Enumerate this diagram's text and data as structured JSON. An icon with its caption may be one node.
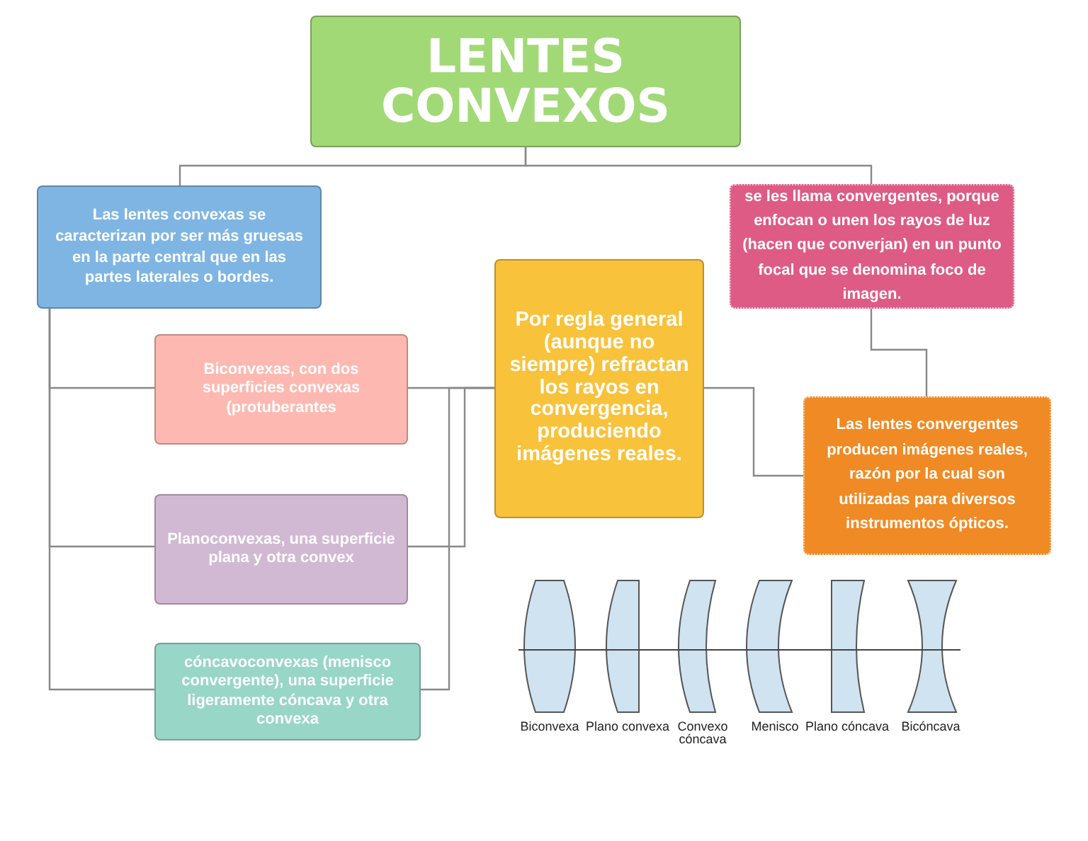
{
  "diagram": {
    "nodes": [
      {
        "text": [
          "LENTES CONVEXOS"
        ]
      },
      {
        "text": [
          "Las lentes convexas se caracterizan por ser más gruesas en la parte central que en las partes laterales o bordes."
        ]
      },
      {
        "text": [
          "se les llama convergentes, porque enfocan o unen los rayos de luz (hacen que converjan) en un punto focal que se denomina foco de imagen."
        ]
      },
      {
        "text": [
          "Por regla general (aunque no siempre) refractan los rayos en convergencia, produciendo imágenes reales."
        ]
      },
      {
        "text": [
          "Biconvexas, con dos superficies convexas (protuberantes"
        ]
      },
      {
        "text": [
          "Las lentes convergentes producen imágenes reales, razón por la cual son utilizadas para diversos instrumentos ópticos."
        ]
      },
      {
        "text": [
          "Planoconvexas, una superficie plana y otra convex"
        ]
      },
      {
        "text": [
          "cóncavoconvexas (menisco convergente), una superficie ligeramente cóncava y otra convexa"
        ]
      }
    ],
    "edges": [
      {
        "from": 0,
        "to": 1,
        "arrow": "none"
      },
      {
        "from": 0,
        "to": 2,
        "arrow": "none"
      },
      {
        "from": 1,
        "to": 4,
        "arrow": "none"
      },
      {
        "from": 1,
        "to": 6,
        "arrow": "none"
      },
      {
        "from": 1,
        "to": 7,
        "arrow": "none"
      },
      {
        "from": 3,
        "to": 4,
        "arrow": "none"
      },
      {
        "from": 3,
        "to": 6,
        "arrow": "none"
      },
      {
        "from": 3,
        "to": 7,
        "arrow": "none"
      },
      {
        "from": 3,
        "to": 5,
        "arrow": "none"
      },
      {
        "from": 2,
        "to": 5,
        "arrow": "none"
      }
    ],
    "labels": [
      "Biconvexa",
      "Plano convexa",
      "Convexo cóncava",
      "Menisco",
      "Plano cóncava",
      "Bicóncava"
    ]
  }
}
